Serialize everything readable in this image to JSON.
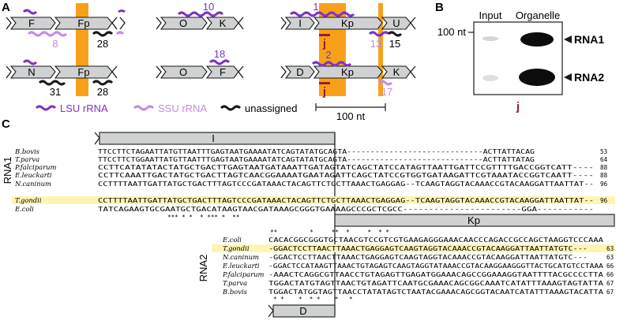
{
  "colors": {
    "lsu": "#7d33c7",
    "ssu": "#c48ae8",
    "unassigned": "#1a1a1a",
    "highlight_band": "#f7a11a",
    "row_highlight": "#fff4b3",
    "j_mark": "#a11c2b",
    "gene_box": "#cfd1d2"
  },
  "panel_a": {
    "label": "A",
    "top_row": [
      {
        "segments": [
          "F",
          "Fp"
        ],
        "fragments": [
          "8",
          "28"
        ]
      },
      {
        "segments": [
          "O",
          "K"
        ],
        "fragments": [
          "10"
        ]
      },
      {
        "segments": [
          "I",
          "Kp",
          "U"
        ],
        "fragments": [
          "1",
          "j",
          "13",
          "15"
        ]
      }
    ],
    "bottom_row": [
      {
        "segments": [
          "N",
          "Fp"
        ],
        "fragments": [
          "31",
          "28"
        ]
      },
      {
        "segments": [
          "O",
          "F"
        ],
        "fragments": [
          "18"
        ]
      },
      {
        "segments": [
          "D",
          "Kp",
          "K"
        ],
        "fragments": [
          "2",
          "j",
          "17"
        ]
      }
    ],
    "legend": {
      "lsu": "LSU rRNA",
      "ssu": "SSU rRNA",
      "unassigned": "unassigned",
      "scale": "100 nt"
    }
  },
  "panel_b": {
    "label": "B",
    "input": "Input",
    "organelle": "Organelle",
    "marker": "100 nt",
    "rna1": "RNA1",
    "rna2": "RNA2",
    "probe": "j"
  },
  "panel_c": {
    "label": "C",
    "top_segment": "I",
    "mid_segment": "Kp",
    "bottom_segment": "D",
    "rna1_label": "RNA1",
    "rna2_label": "RNA2",
    "rna1_rows": [
      {
        "species": "B.bovis",
        "seq": "TTCCTTCTAGAATTATGTTAATTTGAGTAATGAAAATATCAGTATATGCAGTA-----------------------------ACTTATTACAG",
        "n": "53"
      },
      {
        "species": "T.parva",
        "seq": "TTCCTTCTGGAATTATGTTAATTTGAGTAATGAAAATATCAGTATATGCAGTA-----------------------------ACTTATTATAG",
        "n": "64"
      },
      {
        "species": "P.falciparum",
        "seq": "CCTTCATATATACTATGCTGACTTGAGTAATGATAAATTGATAGTATCAGCTATCCATAGTTAATTGATTCCGTTTTGACCGGTCATT----",
        "n": "88"
      },
      {
        "species": "E.leuckarti",
        "seq": "CCTTCAAATTGACTATGCTGACTTAGTCAACGGAAAATGAATAGATTCAGCTATCCGTGGTGATAAGATTCGTAAATACCGGTCAATT----",
        "n": "88"
      },
      {
        "species": "N.caninum",
        "seq": "CCTTTTAATTGATTATGCTGACTTTAGTCCCGATAAACTACAGTTCTGCTTAAACTGAGGAG--TCAAGTAGGTACAAACCGTACAAGGATTAATTAT--",
        "n": "96"
      },
      {
        "species": "T.gondii",
        "seq": "CCTTTTAATTGATTATGCTGACTTTAGTCCCGATAAACTACAGTTCTGCTTAAACTGAGGAG--TCAAGTAGGTACAAACCGTACAAGGATTAATTAT--",
        "n": "96"
      },
      {
        "species": "E.coli",
        "seq": "TATCAGAAGTGCGAATGCTGACATAAGTAACGATAAAGCGGGTGAAAAGCCCGCTCGCC-----------------------GGA-----------",
        "n": ""
      }
    ],
    "rna1_conservation": "*** * *  * *** *  **",
    "rna2_conservation_top": "**         *     **  *     *  * *",
    "rna2_rows": [
      {
        "species": "E.coli",
        "seq": "CACACGGCGGGTGCTAACGTCCGTCGTGAAGAGGGAAACAACCCAGACCGCCAGCTAAGGTCCCAAA",
        "n": ""
      },
      {
        "species": "T.gondii",
        "seq": "-GGACTCCTTAACTTAAACTGAGGAGTCAAGTAGGTACAAACCGTACAAGGATTAATTATGTC---",
        "n": "63"
      },
      {
        "species": "N.caninum",
        "seq": "-GGACTCCTTAACTTAAACTGAGGAGTCAAGTAGGTACAAACCGTACAAGGATTAATTATGTC---",
        "n": "63"
      },
      {
        "species": "E.leuckarti",
        "seq": "-GGACTCCATAAGTTAAACTGTAGAGTCAAGTAGGTATAAACCGTACAAGGAAGGGTTACTGCATGTCCTAAA",
        "n": "66"
      },
      {
        "species": "P.falciparum",
        "seq": "-AAACTCAGGCGTTAACCTGTAGAGTTGAGATGGAAACAGCCGGAAAGGTAATTTTACGCCCCTTA",
        "n": "66"
      },
      {
        "species": "T.parva",
        "seq": "TGGACTATGTAGTTAACTGTAGATTCAATGCGAAACAGCGGCAAATCATATTTAAAGTAGTATTA",
        "n": "67"
      },
      {
        "species": "B.bovis",
        "seq": "TGGACTATGGTAGTTAACCTATATAGTCTAATACGAAACAGCGGTACAATCATATTTAAAGTACATTA",
        "n": "67"
      }
    ],
    "rna2_conservation_bottom": "* *    *  * *    *   *"
  }
}
